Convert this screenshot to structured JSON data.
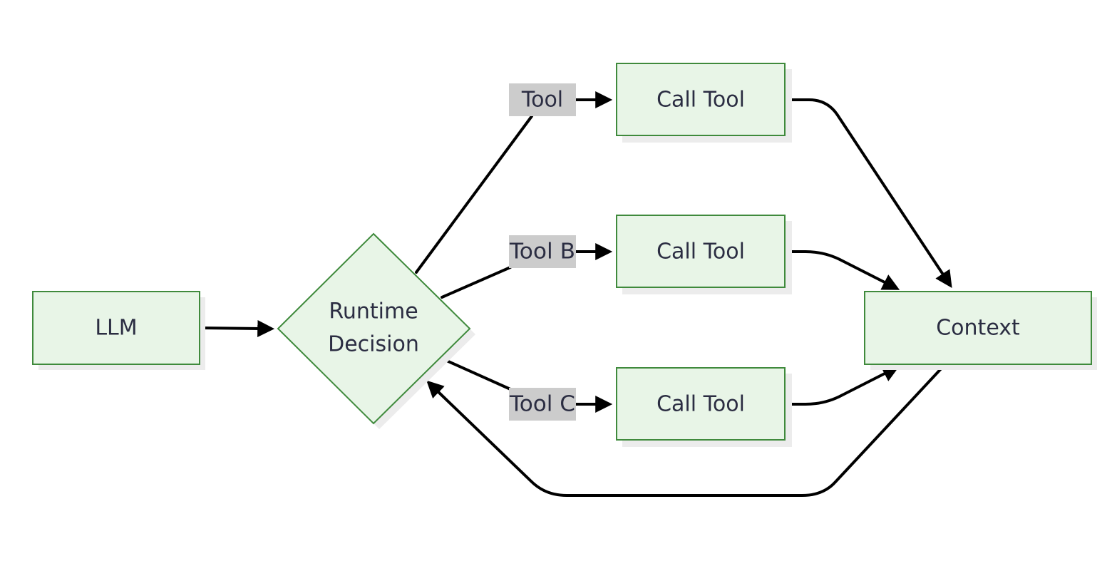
{
  "nodes": {
    "llm": {
      "label": "LLM"
    },
    "decision": {
      "line1": "Runtime",
      "line2": "Decision"
    },
    "call_tool_a": {
      "label": "Call Tool"
    },
    "call_tool_b": {
      "label": "Call Tool"
    },
    "call_tool_c": {
      "label": "Call Tool"
    },
    "context": {
      "label": "Context"
    }
  },
  "edge_labels": {
    "tool_a": "Tool",
    "tool_b": "Tool B",
    "tool_c": "Tool C"
  },
  "colors": {
    "node_fill": "#e8f5e7",
    "node_stroke": "#3f8a3c",
    "label_bg": "#cccccc",
    "shadow": "#ececec",
    "edge": "#000000",
    "text": "#2b2d42"
  }
}
